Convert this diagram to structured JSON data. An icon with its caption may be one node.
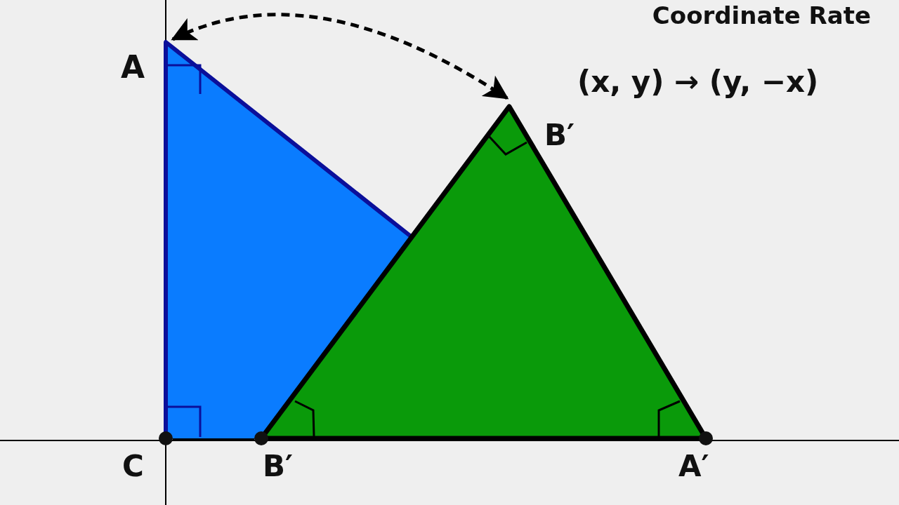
{
  "diagram": {
    "title": "Coordinate Rate",
    "nodes": [
      {
        "text": [],
        "shape": "triangle"
      },
      {
        "text": [],
        "shape": "triangle"
      }
    ],
    "edges": [
      {
        "from": 0,
        "to": 1,
        "arrow": "both",
        "style": "dashed"
      }
    ],
    "labels": [
      "A",
      "(x, y) → (y, −x)",
      "B′",
      "C",
      "B′",
      "A′"
    ]
  }
}
